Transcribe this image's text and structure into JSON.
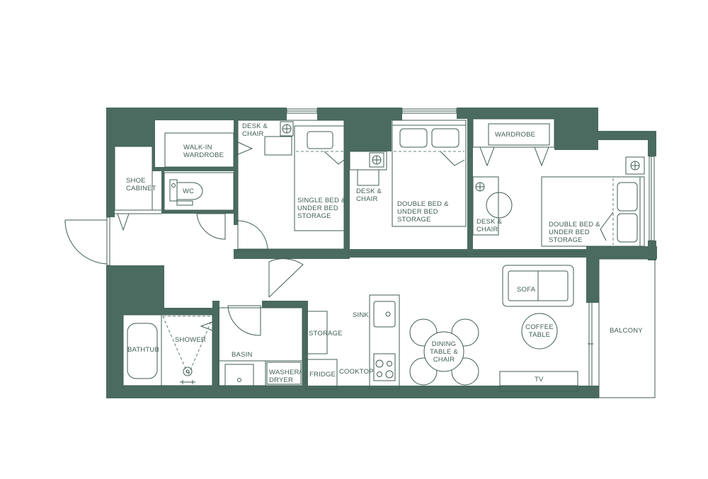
{
  "colors": {
    "wall": "#4b6b60",
    "line": "#3f5d53",
    "text": "#3f5d53"
  },
  "labels": {
    "shoe_cabinet": "SHOE\nCABINET",
    "walk_in_wardrobe": "WALK-IN\nWARDROBE",
    "wc": "WC",
    "desk_chair_1": "DESK &\nCHAIR",
    "single_bed": "SINGLE BED &\nUNDER BED\nSTORAGE",
    "desk_chair_2": "DESK &\nCHAIR",
    "double_bed_1": "DOUBLE BED &\nUNDER BED\nSTORAGE",
    "wardrobe": "WARDROBE",
    "desk_chair_3": "DESK &\nCHAIR",
    "double_bed_2": "DOUBLE BED &\nUNDER BED\nSTORAGE",
    "bathtub": "BATHTUB",
    "shower": "SHOWER",
    "basin": "BASIN",
    "washer_dryer": "WASHER/\nDRYER",
    "storage": "STORAGE",
    "fridge": "FRIDGE",
    "sink": "SINK",
    "cooktop": "COOKTOP",
    "dining": "DINING\nTABLE &\nCHAIR",
    "sofa": "SOFA",
    "coffee_table": "COFFEE\nTABLE",
    "balcony": "BALCONY",
    "tv": "TV"
  }
}
